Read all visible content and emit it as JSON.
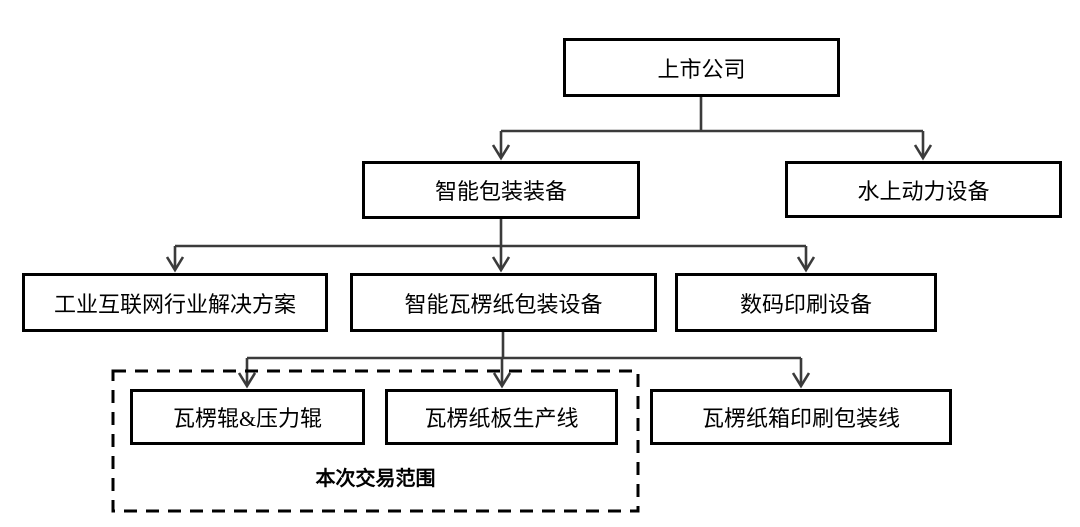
{
  "diagram": {
    "type": "org-chart",
    "background_color": "#ffffff",
    "box_border_color": "#000000",
    "connector_color": "#3b3b3b",
    "nodes": {
      "listed_company": "上市公司",
      "smart_packaging": "智能包装装备",
      "water_power": "水上动力设备",
      "industrial_internet": "工业互联网行业解决方案",
      "smart_corrugated": "智能瓦楞纸包装设备",
      "digital_printing": "数码印刷设备",
      "corrugated_roller": "瓦楞辊&压力辊",
      "board_line": "瓦楞纸板生产线",
      "box_line": "瓦楞纸箱印刷包装线"
    },
    "hierarchy": [
      {
        "parent": "上市公司",
        "children": [
          "智能包装装备",
          "水上动力设备"
        ]
      },
      {
        "parent": "智能包装装备",
        "children": [
          "工业互联网行业解决方案",
          "智能瓦楞纸包装设备",
          "数码印刷设备"
        ]
      },
      {
        "parent": "智能瓦楞纸包装设备",
        "children": [
          "瓦楞辊&压力辊",
          "瓦楞纸板生产线",
          "瓦楞纸箱印刷包装线"
        ]
      }
    ],
    "transaction_scope": {
      "label": "本次交易范围",
      "includes": [
        "瓦楞辊&压力辊",
        "瓦楞纸板生产线"
      ]
    }
  }
}
